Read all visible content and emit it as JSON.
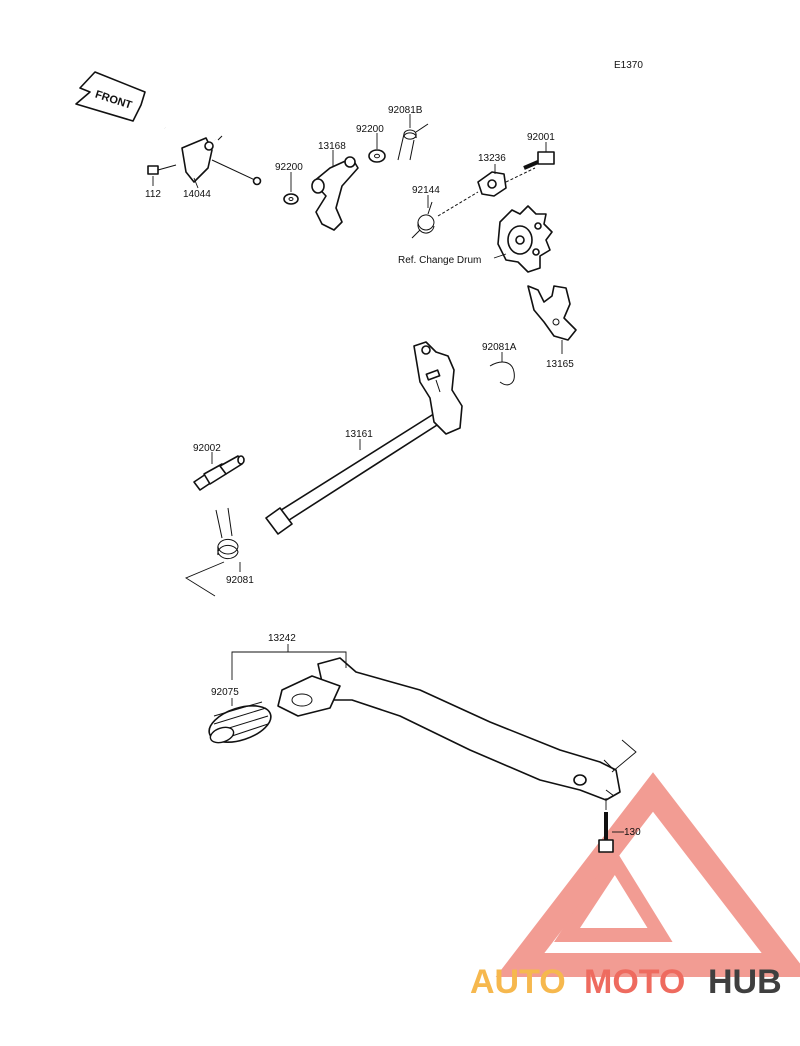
{
  "diagram": {
    "code": "E1370",
    "front_label": "FRONT",
    "labels": {
      "p112": "112",
      "p14044": "14044",
      "p92200a": "92200",
      "p13168": "13168",
      "p92200b": "92200",
      "p92081b": "92081B",
      "p13236": "13236",
      "p92001": "92001",
      "p92144": "92144",
      "ref_drum": "Ref. Change Drum",
      "p13165": "13165",
      "p92081a": "92081A",
      "p13161": "13161",
      "p92002": "92002",
      "p92081": "92081",
      "p13242": "13242",
      "p92075": "92075",
      "p130": "130"
    }
  },
  "watermark": {
    "brand_part1": "AUTO",
    "brand_part2": "MOTO",
    "brand_part3": "HUB",
    "colors": {
      "auto": "#f6b84e",
      "moto": "#ee6b5f",
      "hub": "#3f3f3f",
      "triangle": "#ee7b6f"
    }
  }
}
